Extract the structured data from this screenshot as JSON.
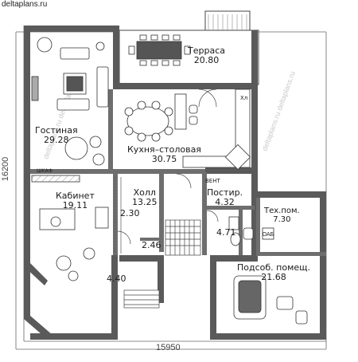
{
  "site": "deltaplans.ru",
  "watermark": "deltaplans.ru",
  "dimensions": {
    "width_label": "15950",
    "height_label": "16200"
  },
  "rooms": {
    "terrace": {
      "name": "Терраса",
      "area": "20.80"
    },
    "living": {
      "name": "Гостиная",
      "area": "29.28"
    },
    "kitchen": {
      "name": "Кухня–столовая",
      "area": "30.75"
    },
    "office": {
      "name": "Кабинет",
      "area": "19.11"
    },
    "hall": {
      "name": "Холл",
      "area": "13.25"
    },
    "closet": {
      "area": "2.30"
    },
    "laundry": {
      "name": "Постир.",
      "area": "4.32"
    },
    "tech": {
      "name": "Тех.пом.",
      "area": "7.30"
    },
    "bath": {
      "area": "4.71"
    },
    "wc": {
      "area": "2.46"
    },
    "vestibule": {
      "area": "4.40"
    },
    "utility": {
      "name": "Подсоб. помещ.",
      "area": "21.68"
    }
  },
  "marks": {
    "cabinet": "ШКАФ",
    "boiler": "ОАБ",
    "exhaust": "Хл",
    "ventline": "ВЕНТ"
  },
  "colors": {
    "wall": "#5a5a5a",
    "floor": "#ffffff",
    "grid": "#cfcfcf",
    "furniture": "#333333"
  }
}
